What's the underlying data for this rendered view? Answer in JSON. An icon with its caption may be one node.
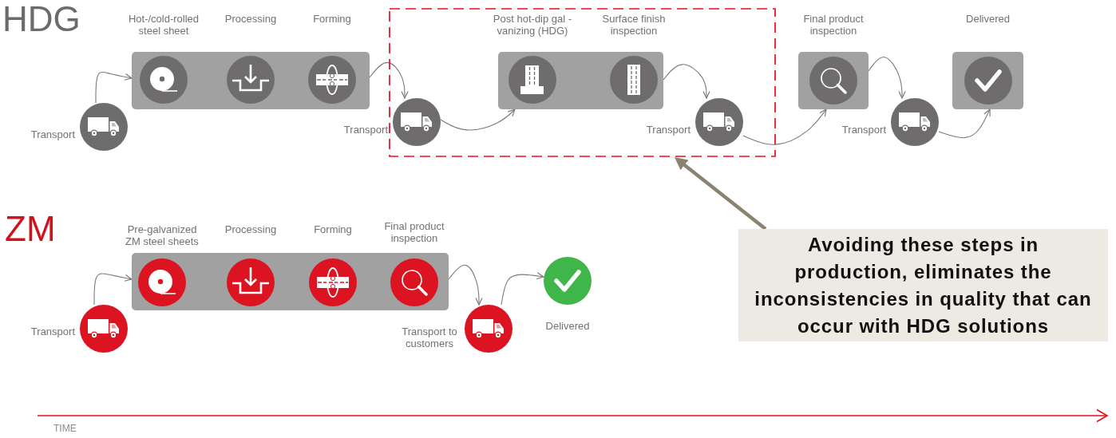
{
  "diagram": {
    "nodes": [
      {
        "text": [
          "Transport"
        ]
      },
      {
        "text": [],
        "shape": "box"
      },
      {
        "text": [
          "Hot-/cold-rolled steel sheet"
        ],
        "in": 1
      },
      {
        "text": [
          "Processing"
        ],
        "in": 1
      },
      {
        "text": [
          "Forming"
        ],
        "in": 1
      },
      {
        "text": [],
        "shape": "box"
      },
      {
        "text": [
          "Transport"
        ],
        "in": 5
      },
      {
        "text": [],
        "shape": "box",
        "in": 5
      },
      {
        "text": [
          "Post hot-dip gal - vanizing (HDG)"
        ],
        "in": 7
      },
      {
        "text": [
          "Surface finish inspection"
        ],
        "in": 7
      },
      {
        "text": [
          "Transport"
        ],
        "in": 5
      },
      {
        "text": [
          "Final product inspection"
        ]
      },
      {
        "text": [
          "Transport"
        ]
      },
      {
        "text": [
          "Delivered"
        ]
      },
      {
        "text": [
          "Transport"
        ]
      },
      {
        "text": [],
        "shape": "box"
      },
      {
        "text": [
          "Pre-galvanized ZM steel sheets"
        ],
        "in": 15
      },
      {
        "text": [
          "Processing"
        ],
        "in": 15
      },
      {
        "text": [
          "Forming"
        ],
        "in": 15
      },
      {
        "text": [
          "Final product inspection"
        ],
        "in": 15
      },
      {
        "text": [
          "Transport to customers"
        ]
      },
      {
        "text": [
          "Delivered"
        ]
      },
      {
        "text": [
          "Avoiding these steps in production, eliminates the inconsistencies in quality that can occur with HDG solutions"
        ]
      }
    ],
    "edges": [
      {
        "from": 0,
        "to": 1,
        "arrow": "to"
      },
      {
        "from": 1,
        "to": 6,
        "arrow": "to"
      },
      {
        "from": 6,
        "to": 7,
        "arrow": "to"
      },
      {
        "from": 7,
        "to": 10,
        "arrow": "to"
      },
      {
        "from": 10,
        "to": 11,
        "arrow": "to"
      },
      {
        "from": 11,
        "to": 12,
        "arrow": "to"
      },
      {
        "from": 12,
        "to": 13,
        "arrow": "to"
      },
      {
        "from": 14,
        "to": 15,
        "arrow": "to"
      },
      {
        "from": 15,
        "to": 20,
        "arrow": "to"
      },
      {
        "from": 20,
        "to": 21,
        "arrow": "to"
      },
      {
        "from": 22,
        "to": 5,
        "arrow": "to",
        "style": "thick",
        "color": "#8a8372"
      }
    ],
    "labels": [
      "HDG",
      "ZM",
      "TIME"
    ]
  }
}
